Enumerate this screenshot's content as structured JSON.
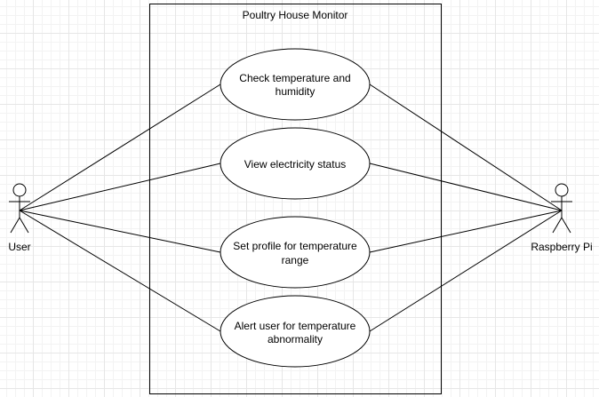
{
  "diagram": {
    "type": "use-case",
    "system": {
      "title": "Poultry House Monitor"
    },
    "actors": {
      "user": {
        "label": "User"
      },
      "raspberry_pi": {
        "label": "Raspberry Pi"
      }
    },
    "use_cases": [
      {
        "lines": [
          "Check temperature and",
          "humidity"
        ]
      },
      {
        "lines": [
          "View electricity status"
        ]
      },
      {
        "lines": [
          "Set profile for temperature",
          "range"
        ]
      },
      {
        "lines": [
          "Alert user for temperature",
          "abnormality"
        ]
      }
    ],
    "associations": [
      {
        "from": "user",
        "to": 0
      },
      {
        "from": "user",
        "to": 1
      },
      {
        "from": "user",
        "to": 2
      },
      {
        "from": "user",
        "to": 3
      },
      {
        "from": "raspberry_pi",
        "to": 0
      },
      {
        "from": "raspberry_pi",
        "to": 1
      },
      {
        "from": "raspberry_pi",
        "to": 2
      },
      {
        "from": "raspberry_pi",
        "to": 3
      }
    ],
    "colors": {
      "stroke": "#000000",
      "fill": "#ffffff"
    }
  }
}
